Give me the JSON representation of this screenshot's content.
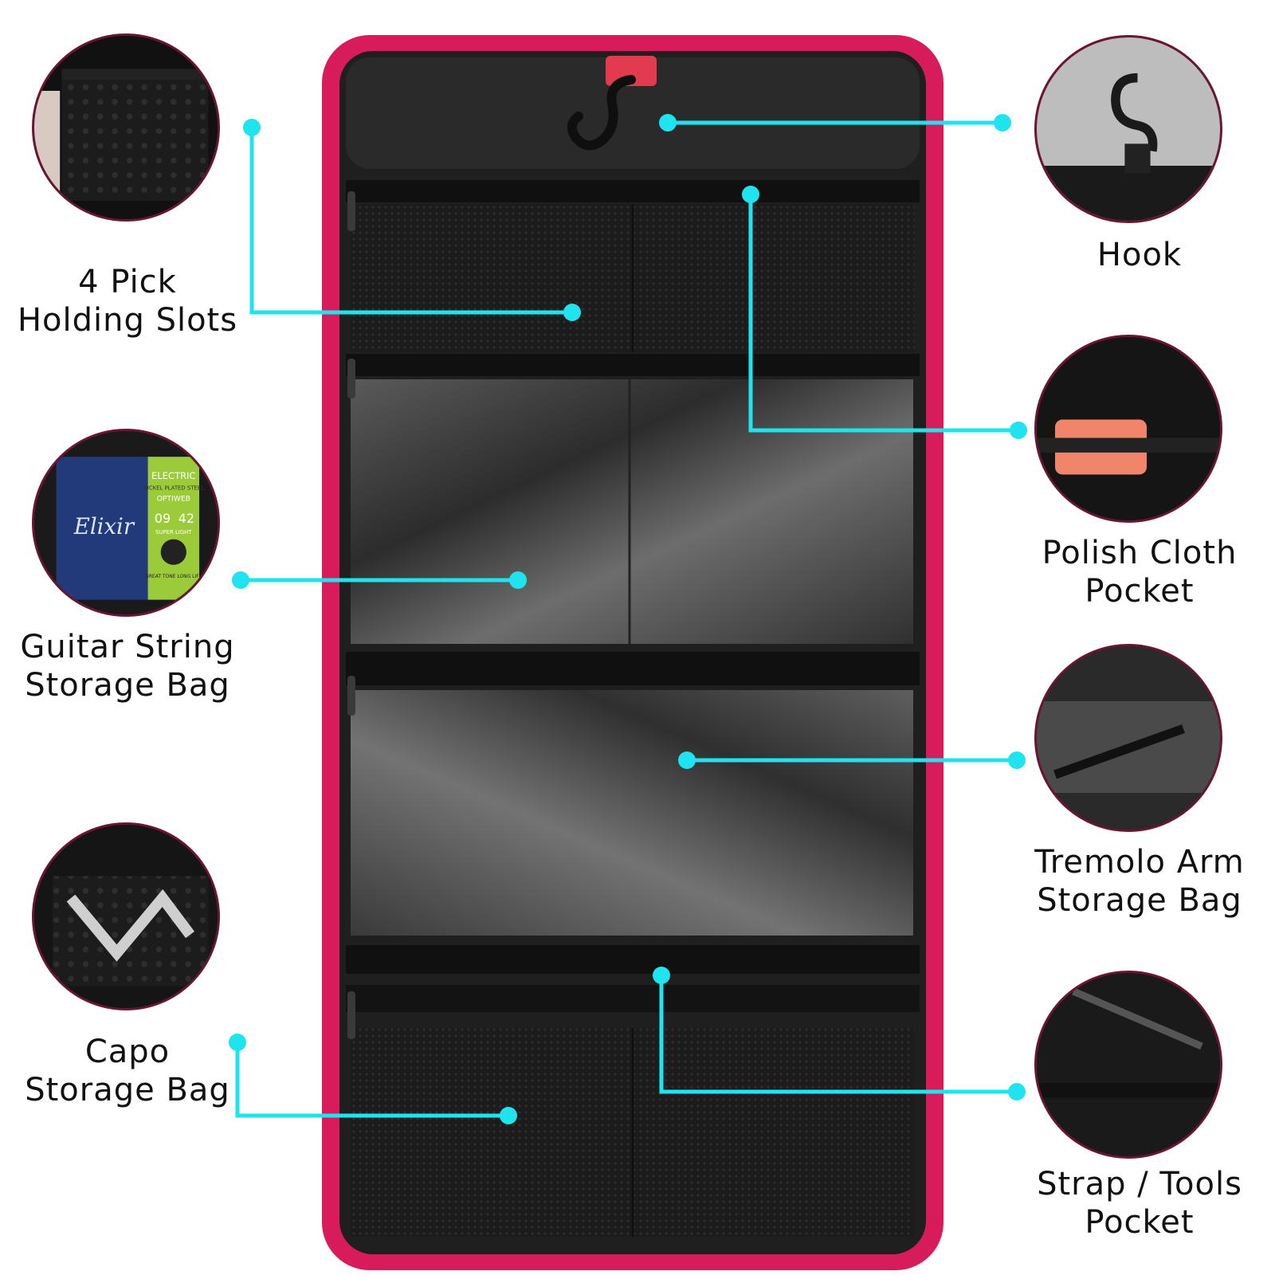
{
  "colors": {
    "accent": "#1fe3ee",
    "bag_border": "#d81b5a",
    "bag_body": "#1f1f1f",
    "thumb_border": "#6b1630"
  },
  "labels": {
    "pick_slots": [
      "4 Pick",
      "Holding Slots"
    ],
    "string_bag": [
      "Guitar String",
      "Storage Bag"
    ],
    "capo_bag": [
      "Capo",
      "Storage Bag"
    ],
    "hook": [
      "Hook"
    ],
    "polish_cloth": [
      "Polish Cloth",
      "Pocket"
    ],
    "tremolo_bag": [
      "Tremolo Arm",
      "Storage Bag"
    ],
    "strap_tools": [
      "Strap / Tools",
      "Pocket"
    ]
  },
  "string_pack": {
    "brand": "Elixir",
    "header": "ELECTRIC",
    "sub": "NICKEL PLATED STEEL",
    "line": "OPTIWEB",
    "gauge_low": "09",
    "gauge_high": "42",
    "weight": "SUPER LIGHT",
    "tagline": "GREAT TONE LONG LIFE"
  }
}
